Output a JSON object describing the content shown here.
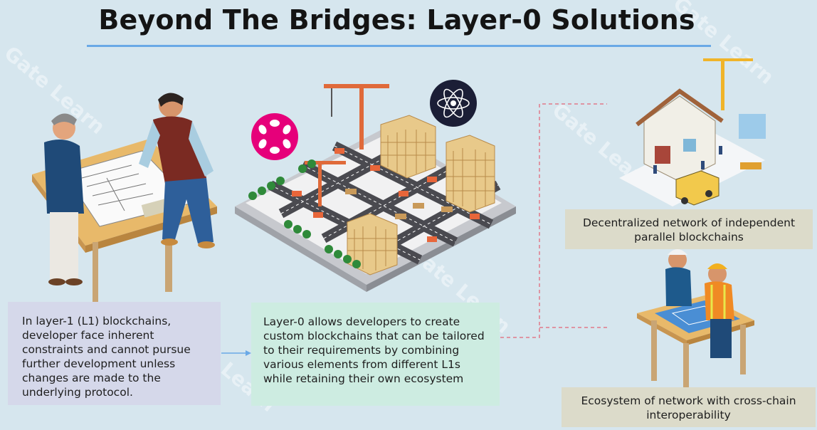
{
  "title": "Beyond The Bridges: Layer-0 Solutions",
  "watermark": "Gate Learn",
  "boxes": {
    "layer1": "In layer-1 (L1) blockchains, developer face inherent constraints and cannot pursue further development unless changes are made to the underlying protocol.",
    "layer0": "Layer-0 allows developers to create custom blockchains that can be tailored to their requirements by combining various elements from different L1s while retaining their own ecosystem",
    "decentralized": "Decentralized network of independent parallel blockchains",
    "ecosystem": "Ecosystem of network with cross-chain interoperability"
  },
  "icons": [
    "polkadot-logo",
    "cosmos-atom-logo"
  ],
  "colors": {
    "background": "#d6e6ee",
    "title_rule": "#6aa9e6",
    "layer1_box": "#d5d8ea",
    "layer0_box": "#cdece1",
    "caption_box": "#dcdbca",
    "connector": "#e07a8a",
    "arrow": "#6aa9e6"
  }
}
